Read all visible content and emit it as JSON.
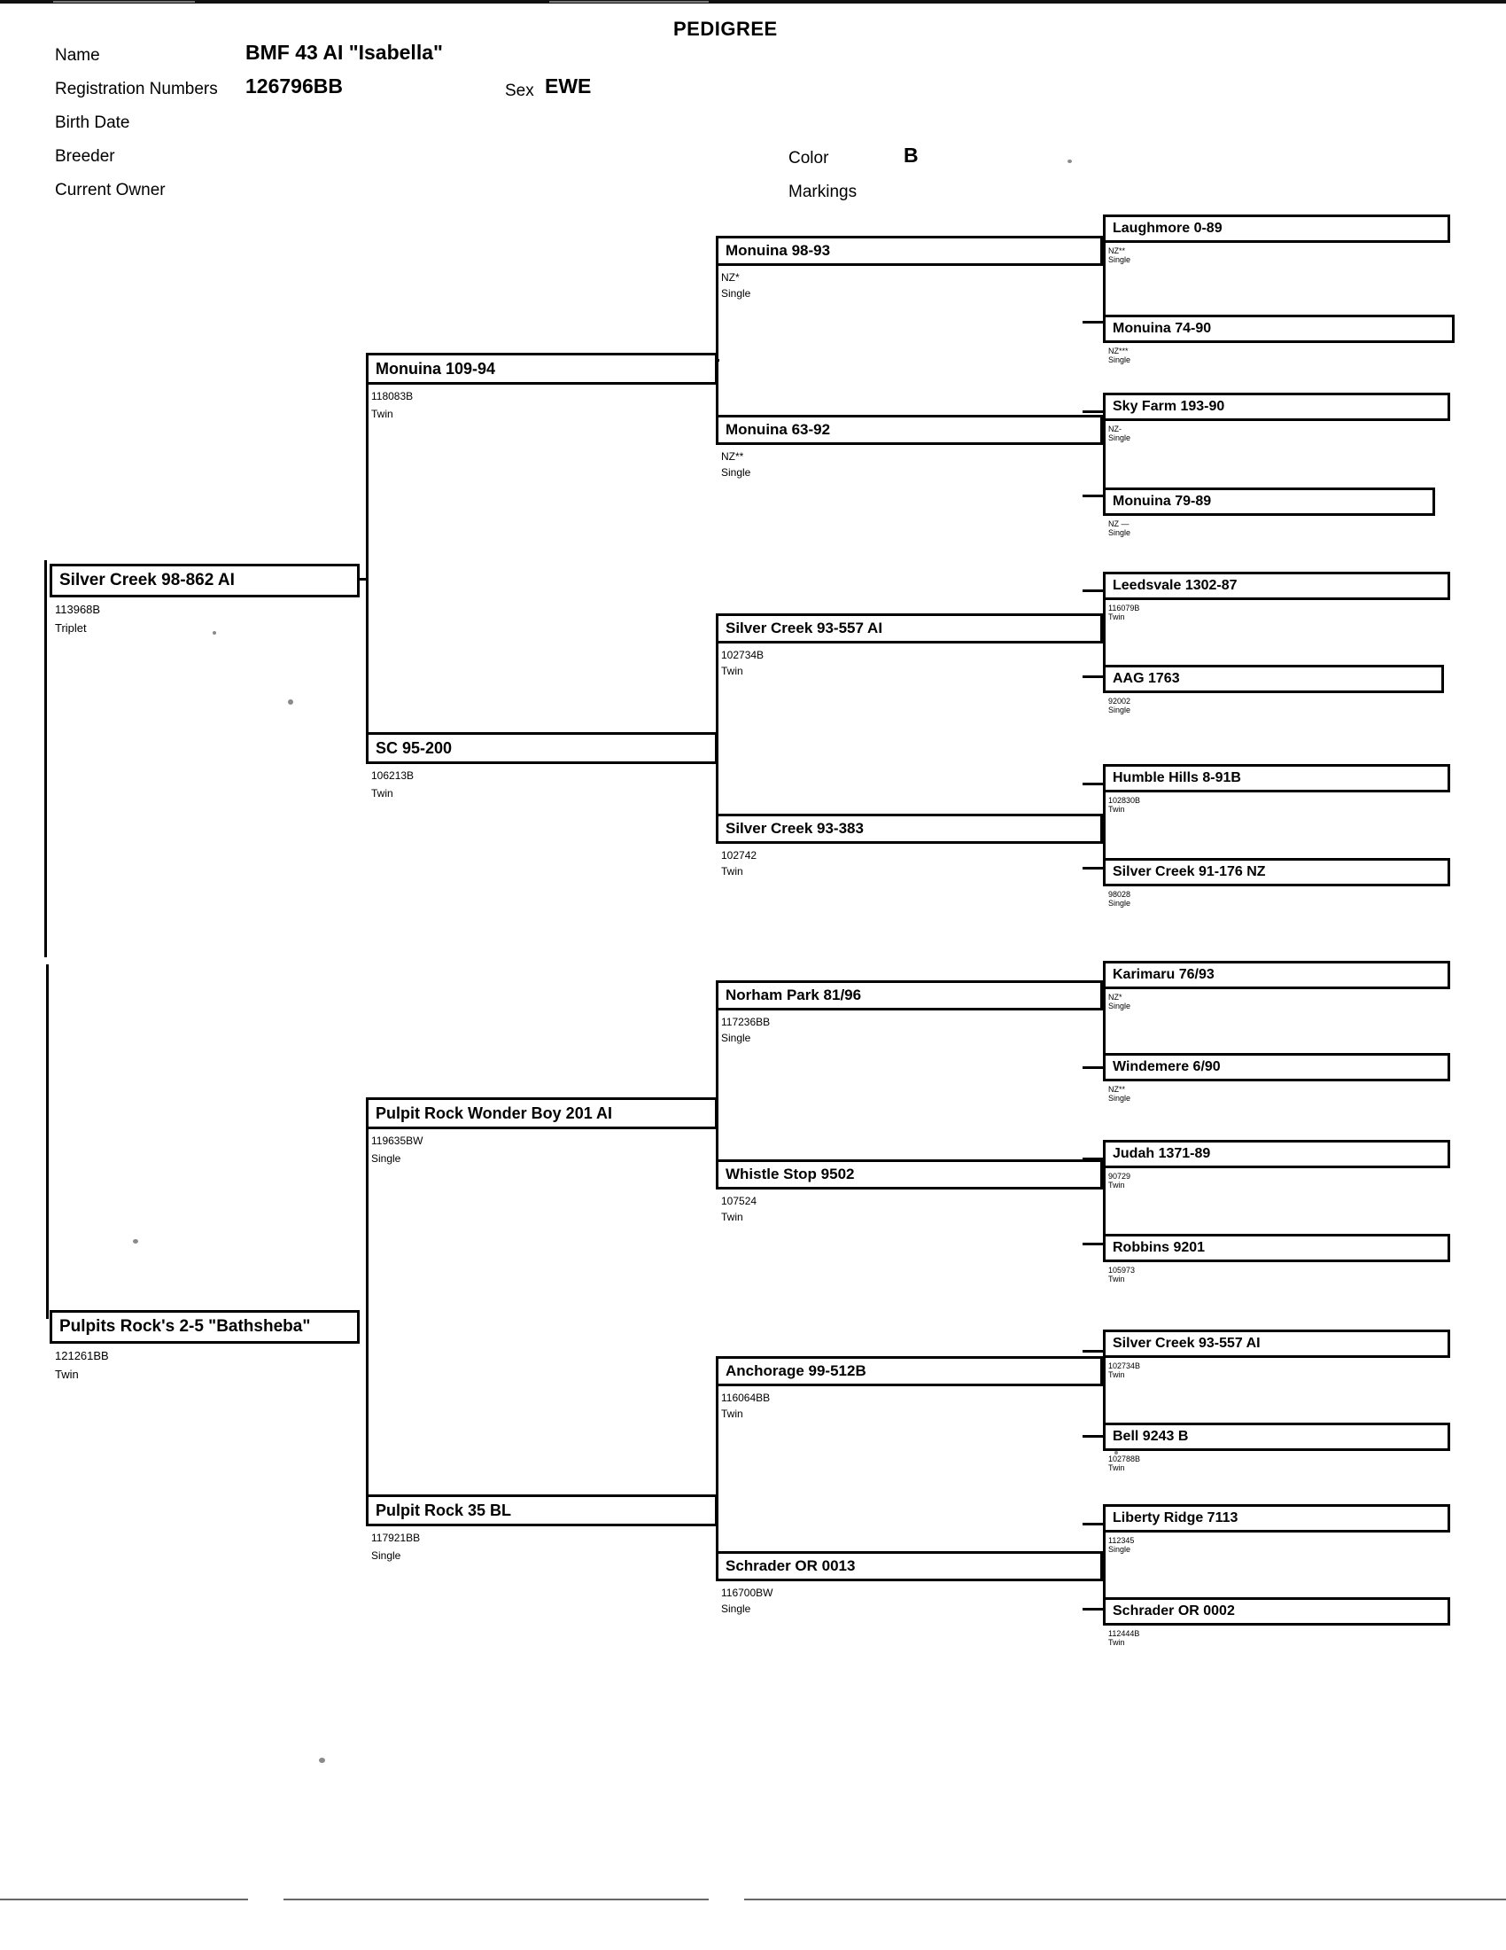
{
  "document": {
    "title": "PEDIGREE"
  },
  "header": {
    "fields": [
      {
        "label": "Name",
        "value": "BMF 43  AI \"Isabella\""
      },
      {
        "label": "Registration Numbers",
        "value": "126796BB"
      },
      {
        "label": "Birth Date",
        "value": ""
      },
      {
        "label": "Breeder",
        "value": ""
      },
      {
        "label": "Current Owner",
        "value": ""
      }
    ],
    "sex_label": "Sex",
    "sex_value": "EWE",
    "color_label": "Color",
    "color_value": "B",
    "markings_label": "Markings",
    "markings_value": ""
  },
  "pedigree": {
    "sire": {
      "name": "Silver Creek 98-862  AI",
      "reg": "113968B",
      "birth_type": "Triplet",
      "sire": {
        "name": "Monuina 109-94",
        "reg": "118083B",
        "birth_type": "Twin",
        "sire": {
          "name": "Monuina 98-93",
          "reg": "NZ*",
          "birth_type": "Single",
          "sire": {
            "name": "Laughmore 0-89",
            "reg": "NZ**",
            "birth_type": "Single"
          },
          "dam": {
            "name": "Monuina 74-90",
            "reg": "NZ***",
            "birth_type": "Single"
          }
        },
        "dam": {
          "name": "Monuina 63-92",
          "reg": "NZ**",
          "birth_type": "Single",
          "sire": {
            "name": "Sky Farm 193-90",
            "reg": "NZ-",
            "birth_type": "Single"
          },
          "dam": {
            "name": "Monuina 79-89",
            "reg": "NZ —",
            "birth_type": "Single"
          }
        }
      },
      "dam": {
        "name": "SC 95-200",
        "reg": "106213B",
        "birth_type": "Twin",
        "sire": {
          "name": "Silver Creek 93-557  AI",
          "reg": "102734B",
          "birth_type": "Twin",
          "sire": {
            "name": "Leedsvale 1302-87",
            "reg": "116079B",
            "birth_type": "Twin"
          },
          "dam": {
            "name": "AAG 1763",
            "reg": "92002",
            "birth_type": "Single"
          }
        },
        "dam": {
          "name": "Silver Creek 93-383",
          "reg": "102742",
          "birth_type": "Twin",
          "sire": {
            "name": "Humble Hills 8-91B",
            "reg": "102830B",
            "birth_type": "Twin"
          },
          "dam": {
            "name": "Silver Creek 91-176 NZ",
            "reg": "98028",
            "birth_type": "Single"
          }
        }
      }
    },
    "dam": {
      "name": "Pulpits Rock's 2-5 \"Bathsheba\"",
      "reg": "121261BB",
      "birth_type": "Twin",
      "sire": {
        "name": "Pulpit Rock  Wonder Boy 201 AI",
        "reg": "119635BW",
        "birth_type": "Single",
        "sire": {
          "name": "Norham Park 81/96",
          "reg": "117236BB",
          "birth_type": "Single",
          "sire": {
            "name": "Karimaru 76/93",
            "reg": "NZ*",
            "birth_type": "Single"
          },
          "dam": {
            "name": "Windemere 6/90",
            "reg": "NZ**",
            "birth_type": "Single"
          }
        },
        "dam": {
          "name": "Whistle Stop 9502",
          "reg": "107524",
          "birth_type": "Twin",
          "sire": {
            "name": "Judah 1371-89",
            "reg": "90729",
            "birth_type": "Twin"
          },
          "dam": {
            "name": "Robbins 9201",
            "reg": "105973",
            "birth_type": "Twin"
          }
        }
      },
      "dam": {
        "name": "Pulpit Rock 35 BL",
        "reg": "117921BB",
        "birth_type": "Single",
        "sire": {
          "name": "Anchorage 99-512B",
          "reg": "116064BB",
          "birth_type": "Twin",
          "sire": {
            "name": "Silver Creek 93-557  AI",
            "reg": "102734B",
            "birth_type": "Twin"
          },
          "dam": {
            "name": "Bell 9243 B",
            "reg": "102788B",
            "birth_type": "Twin"
          }
        },
        "dam": {
          "name": "Schrader OR 0013",
          "reg": "116700BW",
          "birth_type": "Single",
          "sire": {
            "name": "Liberty Ridge 7113",
            "reg": "112345",
            "birth_type": "Single"
          },
          "dam": {
            "name": "Schrader OR 0002",
            "reg": "112444B",
            "birth_type": "Twin"
          }
        }
      }
    }
  }
}
